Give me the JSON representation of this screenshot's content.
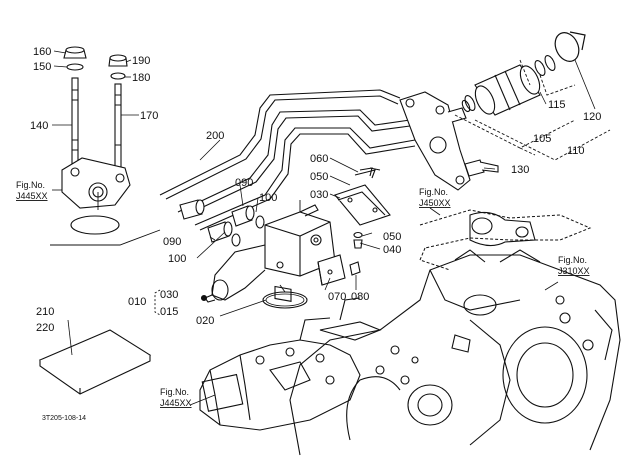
{
  "diagram": {
    "drawing_code": "3T205-108-14",
    "part_numbers": [
      "160",
      "150",
      "140",
      "190",
      "180",
      "170",
      "200",
      "090",
      "100",
      "060",
      "050",
      "030",
      "040",
      "070",
      "080",
      "010",
      "015",
      "020",
      "210",
      "220",
      "115",
      "120",
      "105",
      "110",
      "130"
    ],
    "figure_references": [
      {
        "label": "Fig.No.",
        "code": "J445XX"
      },
      {
        "label": "Fig.No.",
        "code": "J450XX"
      },
      {
        "label": "Fig.No.",
        "code": "J310XX"
      },
      {
        "label": "Fig.No.",
        "code": "J445XX"
      }
    ]
  }
}
